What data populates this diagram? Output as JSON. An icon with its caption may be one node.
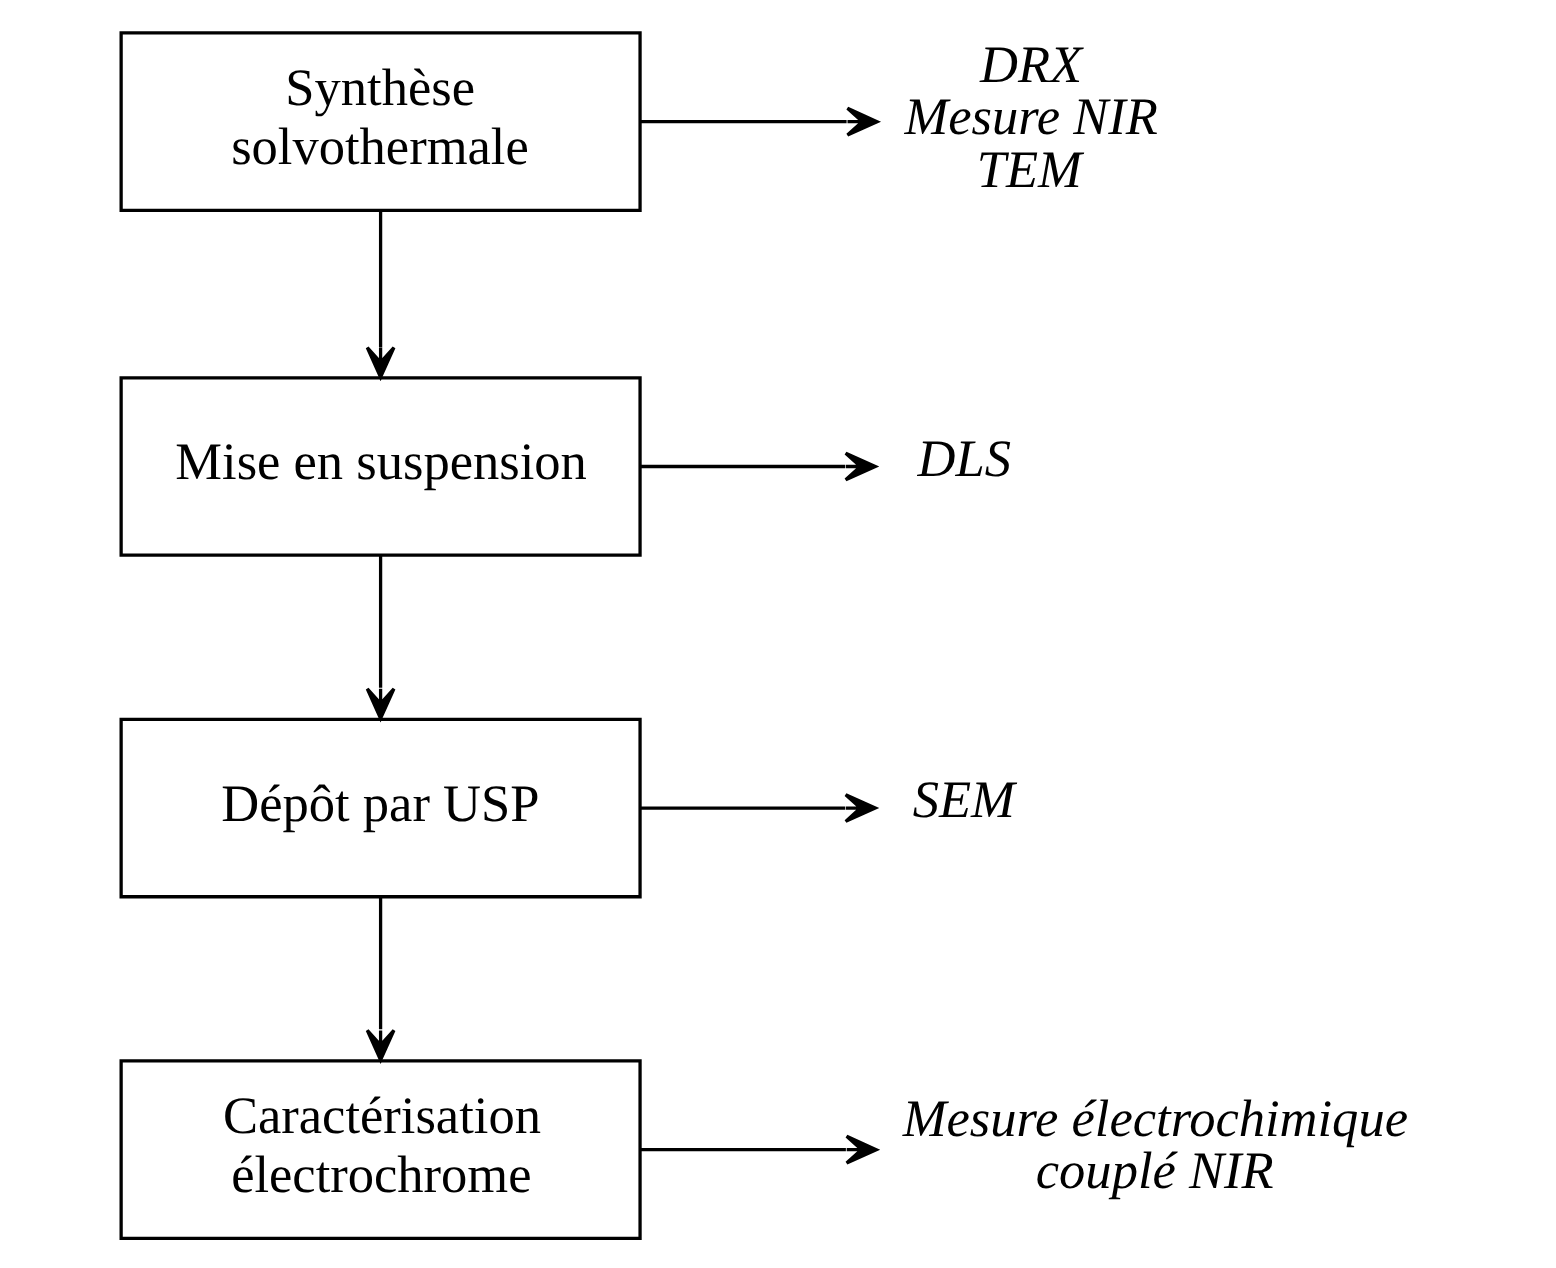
{
  "diagram": {
    "nodes": [
      {
        "text": [
          "Synthèse solvothermale"
        ]
      },
      {
        "text": [
          "DRX",
          "Mesure NIR",
          "TEM"
        ]
      },
      {
        "text": [
          "Mise en suspension"
        ]
      },
      {
        "text": [
          "DLS"
        ]
      },
      {
        "text": [
          "Dépôt par USP"
        ]
      },
      {
        "text": [
          "SEM"
        ]
      },
      {
        "text": [
          "Caractérisation électrochrome"
        ]
      },
      {
        "text": [
          "Mesure électrochimique couplé NIR"
        ]
      }
    ],
    "edges": [
      {
        "from": 0,
        "to": 1,
        "arrow": "to"
      },
      {
        "from": 0,
        "to": 2,
        "arrow": "to"
      },
      {
        "from": 2,
        "to": 3,
        "arrow": "to"
      },
      {
        "from": 2,
        "to": 4,
        "arrow": "to"
      },
      {
        "from": 4,
        "to": 5,
        "arrow": "to"
      },
      {
        "from": 4,
        "to": 6,
        "arrow": "to"
      },
      {
        "from": 6,
        "to": 7,
        "arrow": "to"
      }
    ]
  }
}
